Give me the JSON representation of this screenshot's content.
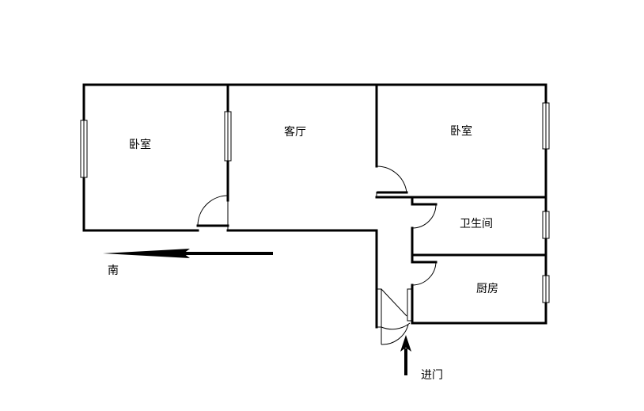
{
  "rooms": {
    "bedroom_left": "卧室",
    "living_room": "客厅",
    "bedroom_right": "卧室",
    "bathroom": "卫生间",
    "kitchen": "厨房"
  },
  "compass": {
    "label": "南"
  },
  "entrance": {
    "label": "进门"
  }
}
